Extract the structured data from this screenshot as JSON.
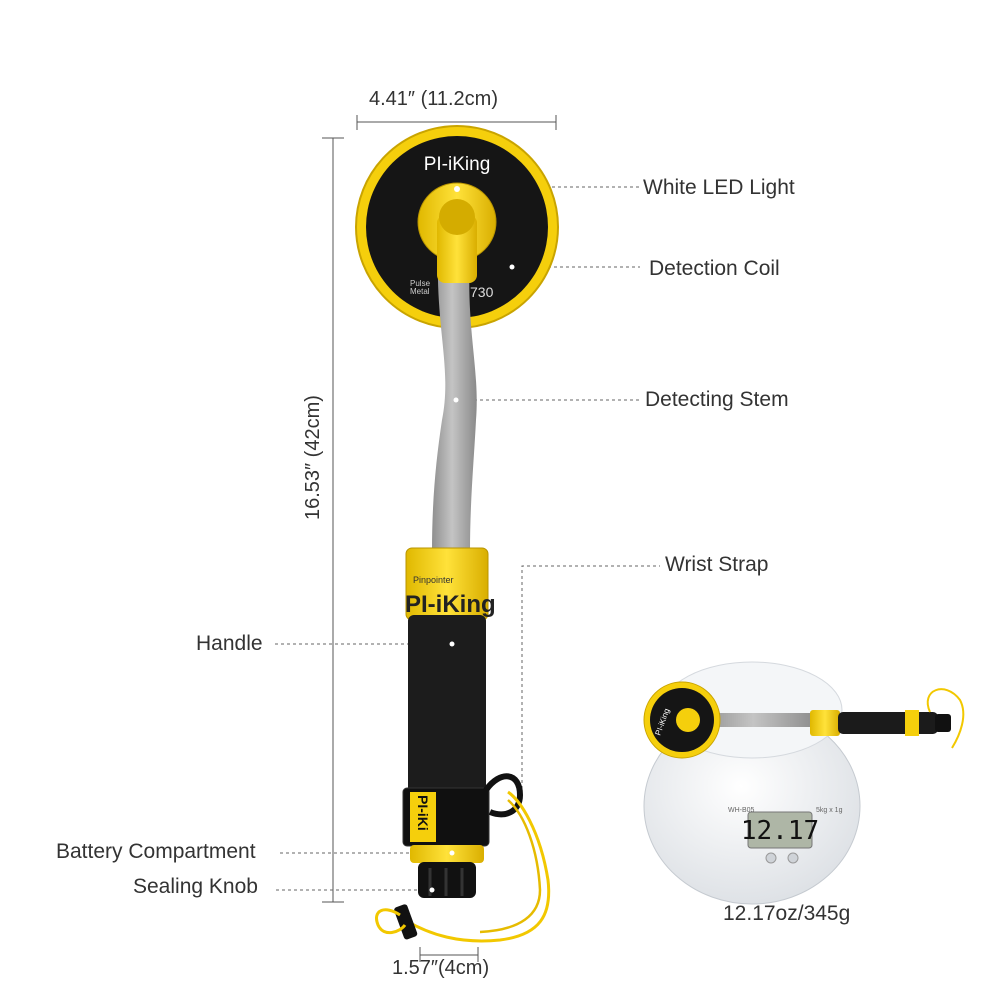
{
  "product": {
    "brand_coil": "PI-iKing",
    "coil_small_text_1": "Pulse",
    "coil_small_text_2": "Metal",
    "coil_model": "730",
    "handle_text_1": "Pinpointer",
    "handle_brand": "PI-iKing",
    "strap_brand": "PI-iKi"
  },
  "dimensions": {
    "width": "4.41″ (11.2cm)",
    "length": "16.53″ (42cm)",
    "knob": "1.57″(4cm)"
  },
  "callouts": {
    "white_led": "White LED Light",
    "detection_coil": "Detection Coil",
    "detecting_stem": "Detecting Stem",
    "wrist_strap": "Wrist Strap",
    "handle": "Handle",
    "battery": "Battery Compartment",
    "sealing_knob": "Sealing Knob"
  },
  "scale": {
    "display": "12.17",
    "brand": "WH-B05",
    "capacity": "5kg x 1g",
    "weight_caption": "12.17oz/345g",
    "coil_brand": "PI-iKing"
  },
  "colors": {
    "yellow": "#f5cf0c",
    "black": "#1a1a1a",
    "gray_stem": "#a6a6a6",
    "label": "#333333"
  }
}
